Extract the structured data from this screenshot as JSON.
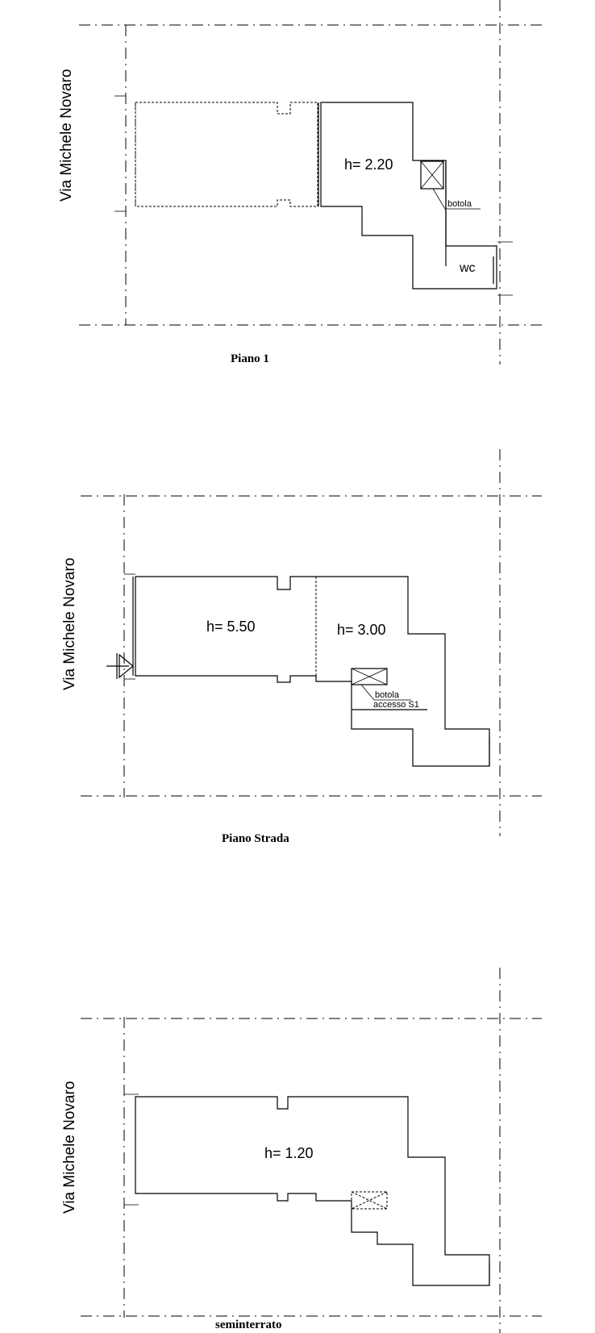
{
  "street_label": "Via Michele Novaro",
  "floors": [
    {
      "title": "Piano 1",
      "heights": [
        "h= 2.20"
      ],
      "room_labels": [
        "wc"
      ],
      "hatch_label": "botola"
    },
    {
      "title": "Piano Strada",
      "heights": [
        "h= 5.50",
        "h= 3.00"
      ],
      "hatch_label": "botola",
      "hatch_sublabel": "accesso S1"
    },
    {
      "title": "seminterrato",
      "heights": [
        "h= 1.20"
      ]
    }
  ]
}
